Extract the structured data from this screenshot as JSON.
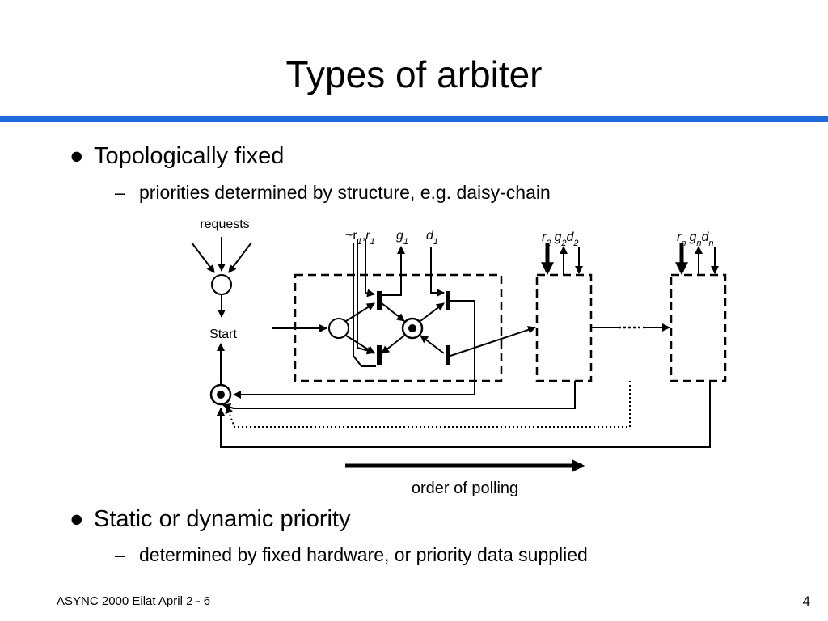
{
  "slide": {
    "title": "Types of arbiter",
    "accent_color": "#1f6bdc"
  },
  "bullets": [
    {
      "text": "Topologically fixed",
      "sub": "priorities determined by structure, e.g. daisy-chain"
    },
    {
      "text": "Static or dynamic priority",
      "sub": "determined by fixed hardware, or priority data supplied"
    }
  ],
  "diagram": {
    "requests_label": "requests",
    "start_label": "Start",
    "polling_label": "order of polling",
    "stage1": {
      "not_r": "~r",
      "r": "r",
      "g": "g",
      "d": "d",
      "sub": "1"
    },
    "stage2": {
      "r": "r",
      "g": "g",
      "d": "d",
      "sub": "2"
    },
    "stagen": {
      "r": "r",
      "g": "g",
      "d": "d",
      "sub": "n"
    },
    "separator": ","
  },
  "footer": {
    "left": "ASYNC 2000 Eilat April 2 - 6",
    "page": "4"
  }
}
